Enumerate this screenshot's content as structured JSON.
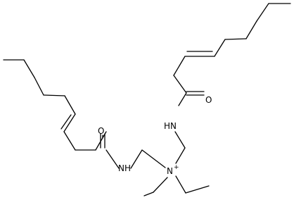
{
  "molecule": {
    "atoms": {
      "o_upper": "O",
      "nh_upper": "HN",
      "o_lower": "O",
      "nh_lower": "NH",
      "n_quat": "N",
      "n_charge": "+"
    }
  }
}
